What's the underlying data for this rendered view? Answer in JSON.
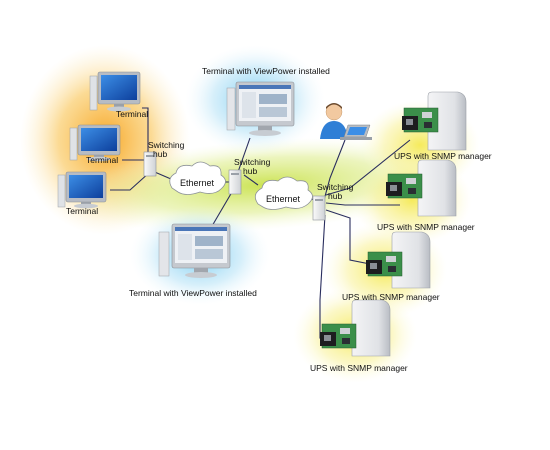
{
  "labels": {
    "terminal_1": "Terminal",
    "terminal_2": "Terminal",
    "terminal_3": "Terminal",
    "viewpower_top": "Terminal with ViewPower installed",
    "viewpower_bottom": "Terminal with ViewPower installed",
    "hub_1_line1": "Switching",
    "hub_1_line2": "hub",
    "hub_2_line1": "Switching",
    "hub_2_line2": "hub",
    "hub_3_line1": "Switching",
    "hub_3_line2": "hub",
    "ethernet_1": "Ethernet",
    "ethernet_2": "Ethernet",
    "ups_1": "UPS with SNMP manager",
    "ups_2": "UPS with SNMP manager",
    "ups_3": "UPS with SNMP manager",
    "ups_4": "UPS with SNMP manager"
  },
  "colors": {
    "glow_orange": "#f7a11a",
    "glow_green": "#c9e24a",
    "glow_blue": "#5fc3ee",
    "glow_yellow": "#f4e84a",
    "wire": "#2a2e5e",
    "monitor_frame": "#b7bcc4",
    "screen_blue": "#1e63c8",
    "pcb_green": "#3b8f4a"
  }
}
